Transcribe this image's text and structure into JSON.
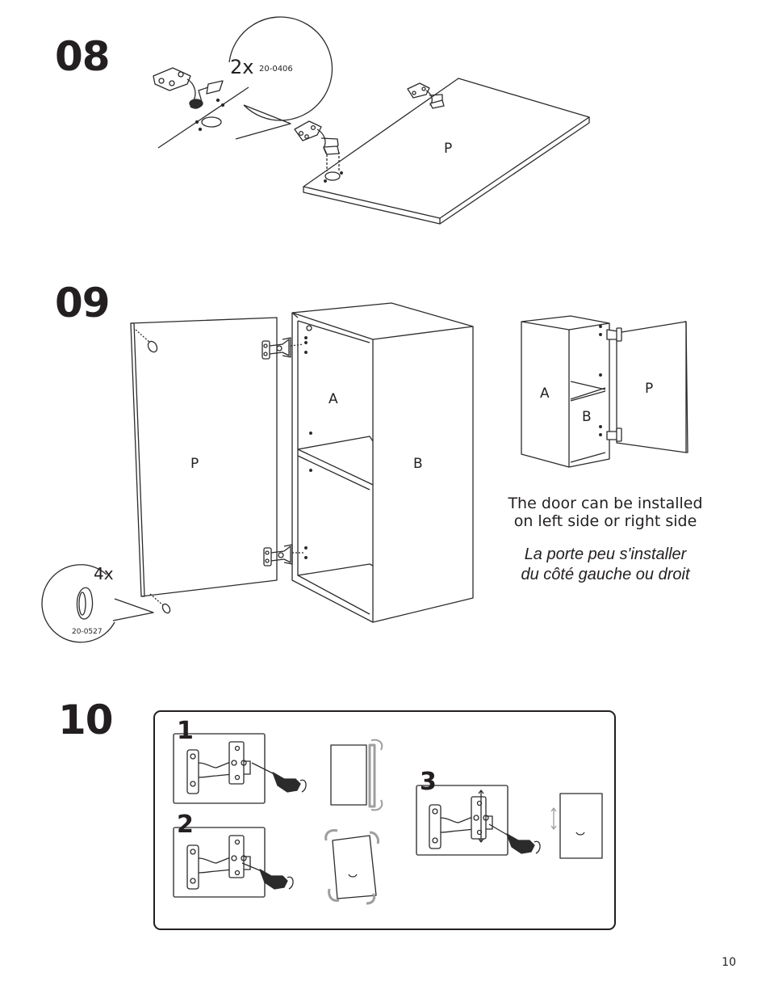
{
  "steps": [
    {
      "number": "08",
      "quantity": "2x",
      "part_code": "20-0406",
      "panel_label": "P"
    },
    {
      "number": "09",
      "quantity": "4x",
      "part_code": "20-0527",
      "labels": {
        "door": "P",
        "shelf": "A",
        "cabinet": "B"
      },
      "alt_labels": {
        "shelf": "A",
        "cabinet": "B",
        "door": "P"
      },
      "note_en": [
        "The door can be installed",
        "on left side or right side"
      ],
      "note_fr": [
        "La porte peu s'installer",
        "du côté gauche ou droit"
      ]
    },
    {
      "number": "10",
      "sub_steps": [
        "1",
        "2",
        "3"
      ]
    }
  ],
  "page_number": "10",
  "colors": {
    "ink": "#231f20",
    "line": "#2b2b2b",
    "box_border": "#4d4d4d",
    "light_gray": "#9e9e9e"
  },
  "icons": [
    "hinge-icon",
    "screwdriver-icon",
    "knob-icon",
    "rotate-arrow-icon",
    "door-adjust-icon"
  ]
}
